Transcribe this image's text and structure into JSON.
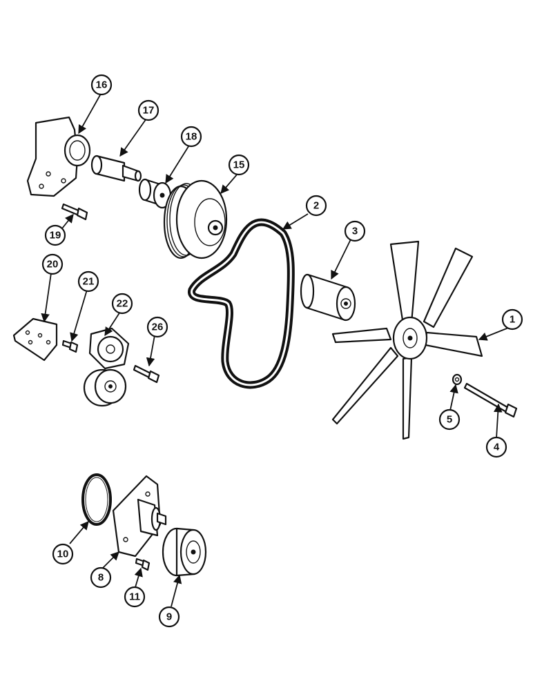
{
  "callouts": [
    {
      "id": "c1",
      "label": "1"
    },
    {
      "id": "c2",
      "label": "2"
    },
    {
      "id": "c3",
      "label": "3"
    },
    {
      "id": "c4",
      "label": "4"
    },
    {
      "id": "c5",
      "label": "5"
    },
    {
      "id": "c8",
      "label": "8"
    },
    {
      "id": "c9",
      "label": "9"
    },
    {
      "id": "c10",
      "label": "10"
    },
    {
      "id": "c11",
      "label": "11"
    },
    {
      "id": "c15",
      "label": "15"
    },
    {
      "id": "c16",
      "label": "16"
    },
    {
      "id": "c17",
      "label": "17"
    },
    {
      "id": "c18",
      "label": "18"
    },
    {
      "id": "c19",
      "label": "19"
    },
    {
      "id": "c20",
      "label": "20"
    },
    {
      "id": "c21",
      "label": "21"
    },
    {
      "id": "c22",
      "label": "22"
    },
    {
      "id": "c26",
      "label": "26"
    }
  ]
}
